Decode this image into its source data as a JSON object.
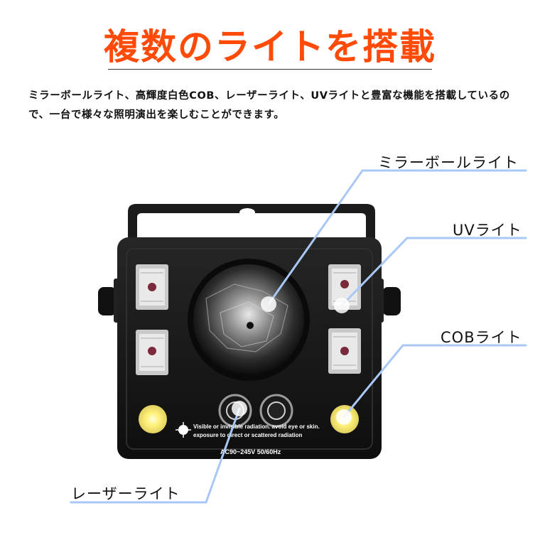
{
  "title": "複数のライトを搭載",
  "description": "ミラーボールライト、高輝度白色COB、レーザーライト、UVライトと豊富な機能を搭載しているので、一台で様々な照明演出を楽しむことができます。",
  "callouts": {
    "mirror_ball": "ミラーボールライト",
    "uv": "UVライト",
    "cob": "COBライト",
    "laser": "レーザーライト"
  },
  "device": {
    "warning_line1": "Visible or invisible radiation. avoid eye or skin.",
    "warning_line2": "exposure to direct or scattered radiation",
    "voltage": "AC90~245V 50/60Hz"
  },
  "colors": {
    "title": "#ff4a08",
    "callout_line": "#a9c8f5",
    "device_body": "#141414"
  }
}
